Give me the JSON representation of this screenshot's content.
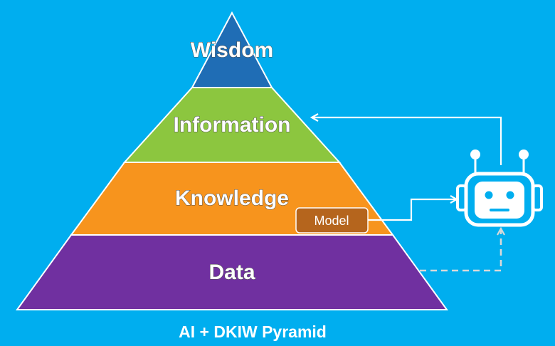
{
  "diagram": {
    "tiers": {
      "wisdom": {
        "label": "Wisdom",
        "color": "#1f6db5"
      },
      "information": {
        "label": "Information",
        "color": "#8cc63f"
      },
      "knowledge": {
        "label": "Knowledge",
        "color": "#f7941d"
      },
      "data": {
        "label": "Data",
        "color": "#7030a0"
      }
    },
    "model_box": {
      "label": "Model",
      "color": "#b5651d"
    },
    "caption": "AI + DKIW Pyramid",
    "robot": {
      "icon": "robot-icon",
      "color": "#ffffff"
    },
    "background_color": "#00aeef",
    "connectors": {
      "model_to_robot": "solid",
      "robot_to_information": "solid",
      "data_to_robot": "dashed"
    }
  }
}
